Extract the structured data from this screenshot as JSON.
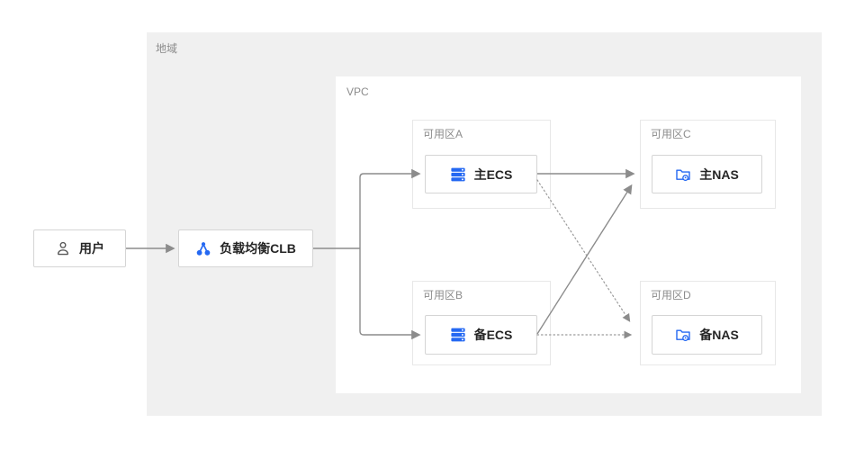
{
  "diagram": {
    "type": "cloud-architecture",
    "region": {
      "label": "地域"
    },
    "vpc": {
      "label": "VPC"
    },
    "zones": [
      {
        "id": "zone-a",
        "label": "可用区A"
      },
      {
        "id": "zone-b",
        "label": "可用区B"
      },
      {
        "id": "zone-c",
        "label": "可用区C"
      },
      {
        "id": "zone-d",
        "label": "可用区D"
      }
    ],
    "nodes": [
      {
        "id": "user",
        "label": "用户",
        "icon": "user-icon"
      },
      {
        "id": "clb",
        "label": "负载均衡CLB",
        "icon": "load-balancer-icon"
      },
      {
        "id": "ecs-primary",
        "label": "主ECS",
        "icon": "server-icon",
        "zone": "可用区A"
      },
      {
        "id": "ecs-backup",
        "label": "备ECS",
        "icon": "server-icon",
        "zone": "可用区B"
      },
      {
        "id": "nas-primary",
        "label": "主NAS",
        "icon": "nas-storage-icon",
        "zone": "可用区C"
      },
      {
        "id": "nas-backup",
        "label": "备NAS",
        "icon": "nas-storage-icon",
        "zone": "可用区D"
      }
    ],
    "edges": [
      {
        "from": "用户",
        "to": "负载均衡CLB",
        "style": "solid"
      },
      {
        "from": "负载均衡CLB",
        "to": "主ECS",
        "style": "solid"
      },
      {
        "from": "负载均衡CLB",
        "to": "备ECS",
        "style": "solid"
      },
      {
        "from": "主ECS",
        "to": "主NAS",
        "style": "solid"
      },
      {
        "from": "备ECS",
        "to": "主NAS",
        "style": "solid"
      },
      {
        "from": "主ECS",
        "to": "备NAS",
        "style": "dotted"
      },
      {
        "from": "备ECS",
        "to": "备NAS",
        "style": "dotted"
      }
    ],
    "colors": {
      "accent_blue": "#2468F2",
      "region_background": "#F0F0F0",
      "zone_border": "#E8E8E8",
      "node_border": "#D5D5D5",
      "label_gray": "#8C8C8C",
      "text_dark": "#262626",
      "arrow_gray": "#8C8C8C",
      "user_icon_gray": "#595959"
    }
  }
}
